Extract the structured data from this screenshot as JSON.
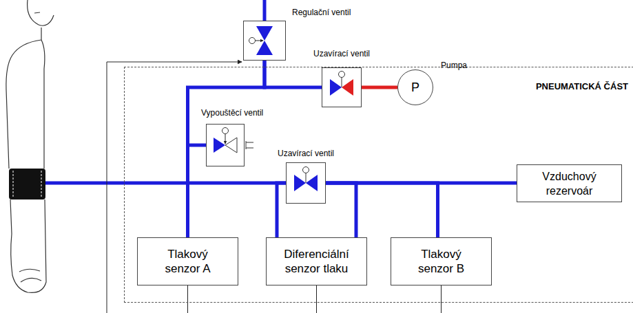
{
  "diagram": {
    "nodes": [
      {
        "text": [
          "Regulační ventil"
        ]
      },
      {
        "text": [
          "PNEUMATICKÁ ČÁST"
        ]
      },
      {
        "text": [
          "Uzavírací ventil"
        ],
        "in": 1
      },
      {
        "text": [
          "P",
          "Pumpa"
        ],
        "in": 1
      },
      {
        "text": [
          "Vypouštěcí ventil"
        ],
        "in": 1
      },
      {
        "text": [
          "Uzavírací ventil"
        ],
        "in": 1
      },
      {
        "text": [
          "Vzduchový rezervoár"
        ],
        "in": 1
      },
      {
        "text": [
          "Tlakový senzor A"
        ],
        "in": 1
      },
      {
        "text": [
          "Diferenciální senzor tlaku"
        ],
        "in": 1
      },
      {
        "text": [
          "Tlakový senzor B"
        ],
        "in": 1
      }
    ],
    "edges": [
      {
        "from": 0,
        "to": 2,
        "arrow": "none"
      },
      {
        "from": 2,
        "to": 3,
        "arrow": "none"
      },
      {
        "from": 0,
        "to": 7,
        "arrow": "none"
      },
      {
        "from": 4,
        "to": 7,
        "arrow": "none"
      },
      {
        "from": 7,
        "to": 5,
        "arrow": "none"
      },
      {
        "from": 5,
        "to": 8,
        "arrow": "none"
      },
      {
        "from": 5,
        "to": 8,
        "arrow": "none"
      },
      {
        "from": 5,
        "to": 9,
        "arrow": "none"
      },
      {
        "from": 5,
        "to": 6,
        "arrow": "none"
      }
    ]
  }
}
